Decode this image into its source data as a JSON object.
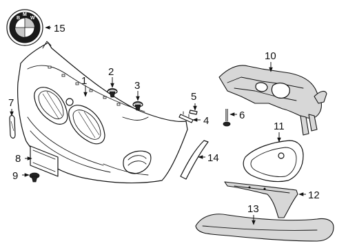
{
  "diagram": {
    "emblem_letters": [
      "B",
      "M",
      "W"
    ],
    "callouts": [
      {
        "id": "c1",
        "label": "1"
      },
      {
        "id": "c2",
        "label": "2"
      },
      {
        "id": "c3",
        "label": "3"
      },
      {
        "id": "c4",
        "label": "4"
      },
      {
        "id": "c5",
        "label": "5"
      },
      {
        "id": "c6",
        "label": "6"
      },
      {
        "id": "c7",
        "label": "7"
      },
      {
        "id": "c8",
        "label": "8"
      },
      {
        "id": "c9",
        "label": "9"
      },
      {
        "id": "c10",
        "label": "10"
      },
      {
        "id": "c11",
        "label": "11"
      },
      {
        "id": "c12",
        "label": "12"
      },
      {
        "id": "c13",
        "label": "13"
      },
      {
        "id": "c14",
        "label": "14"
      },
      {
        "id": "c15",
        "label": "15"
      }
    ]
  }
}
